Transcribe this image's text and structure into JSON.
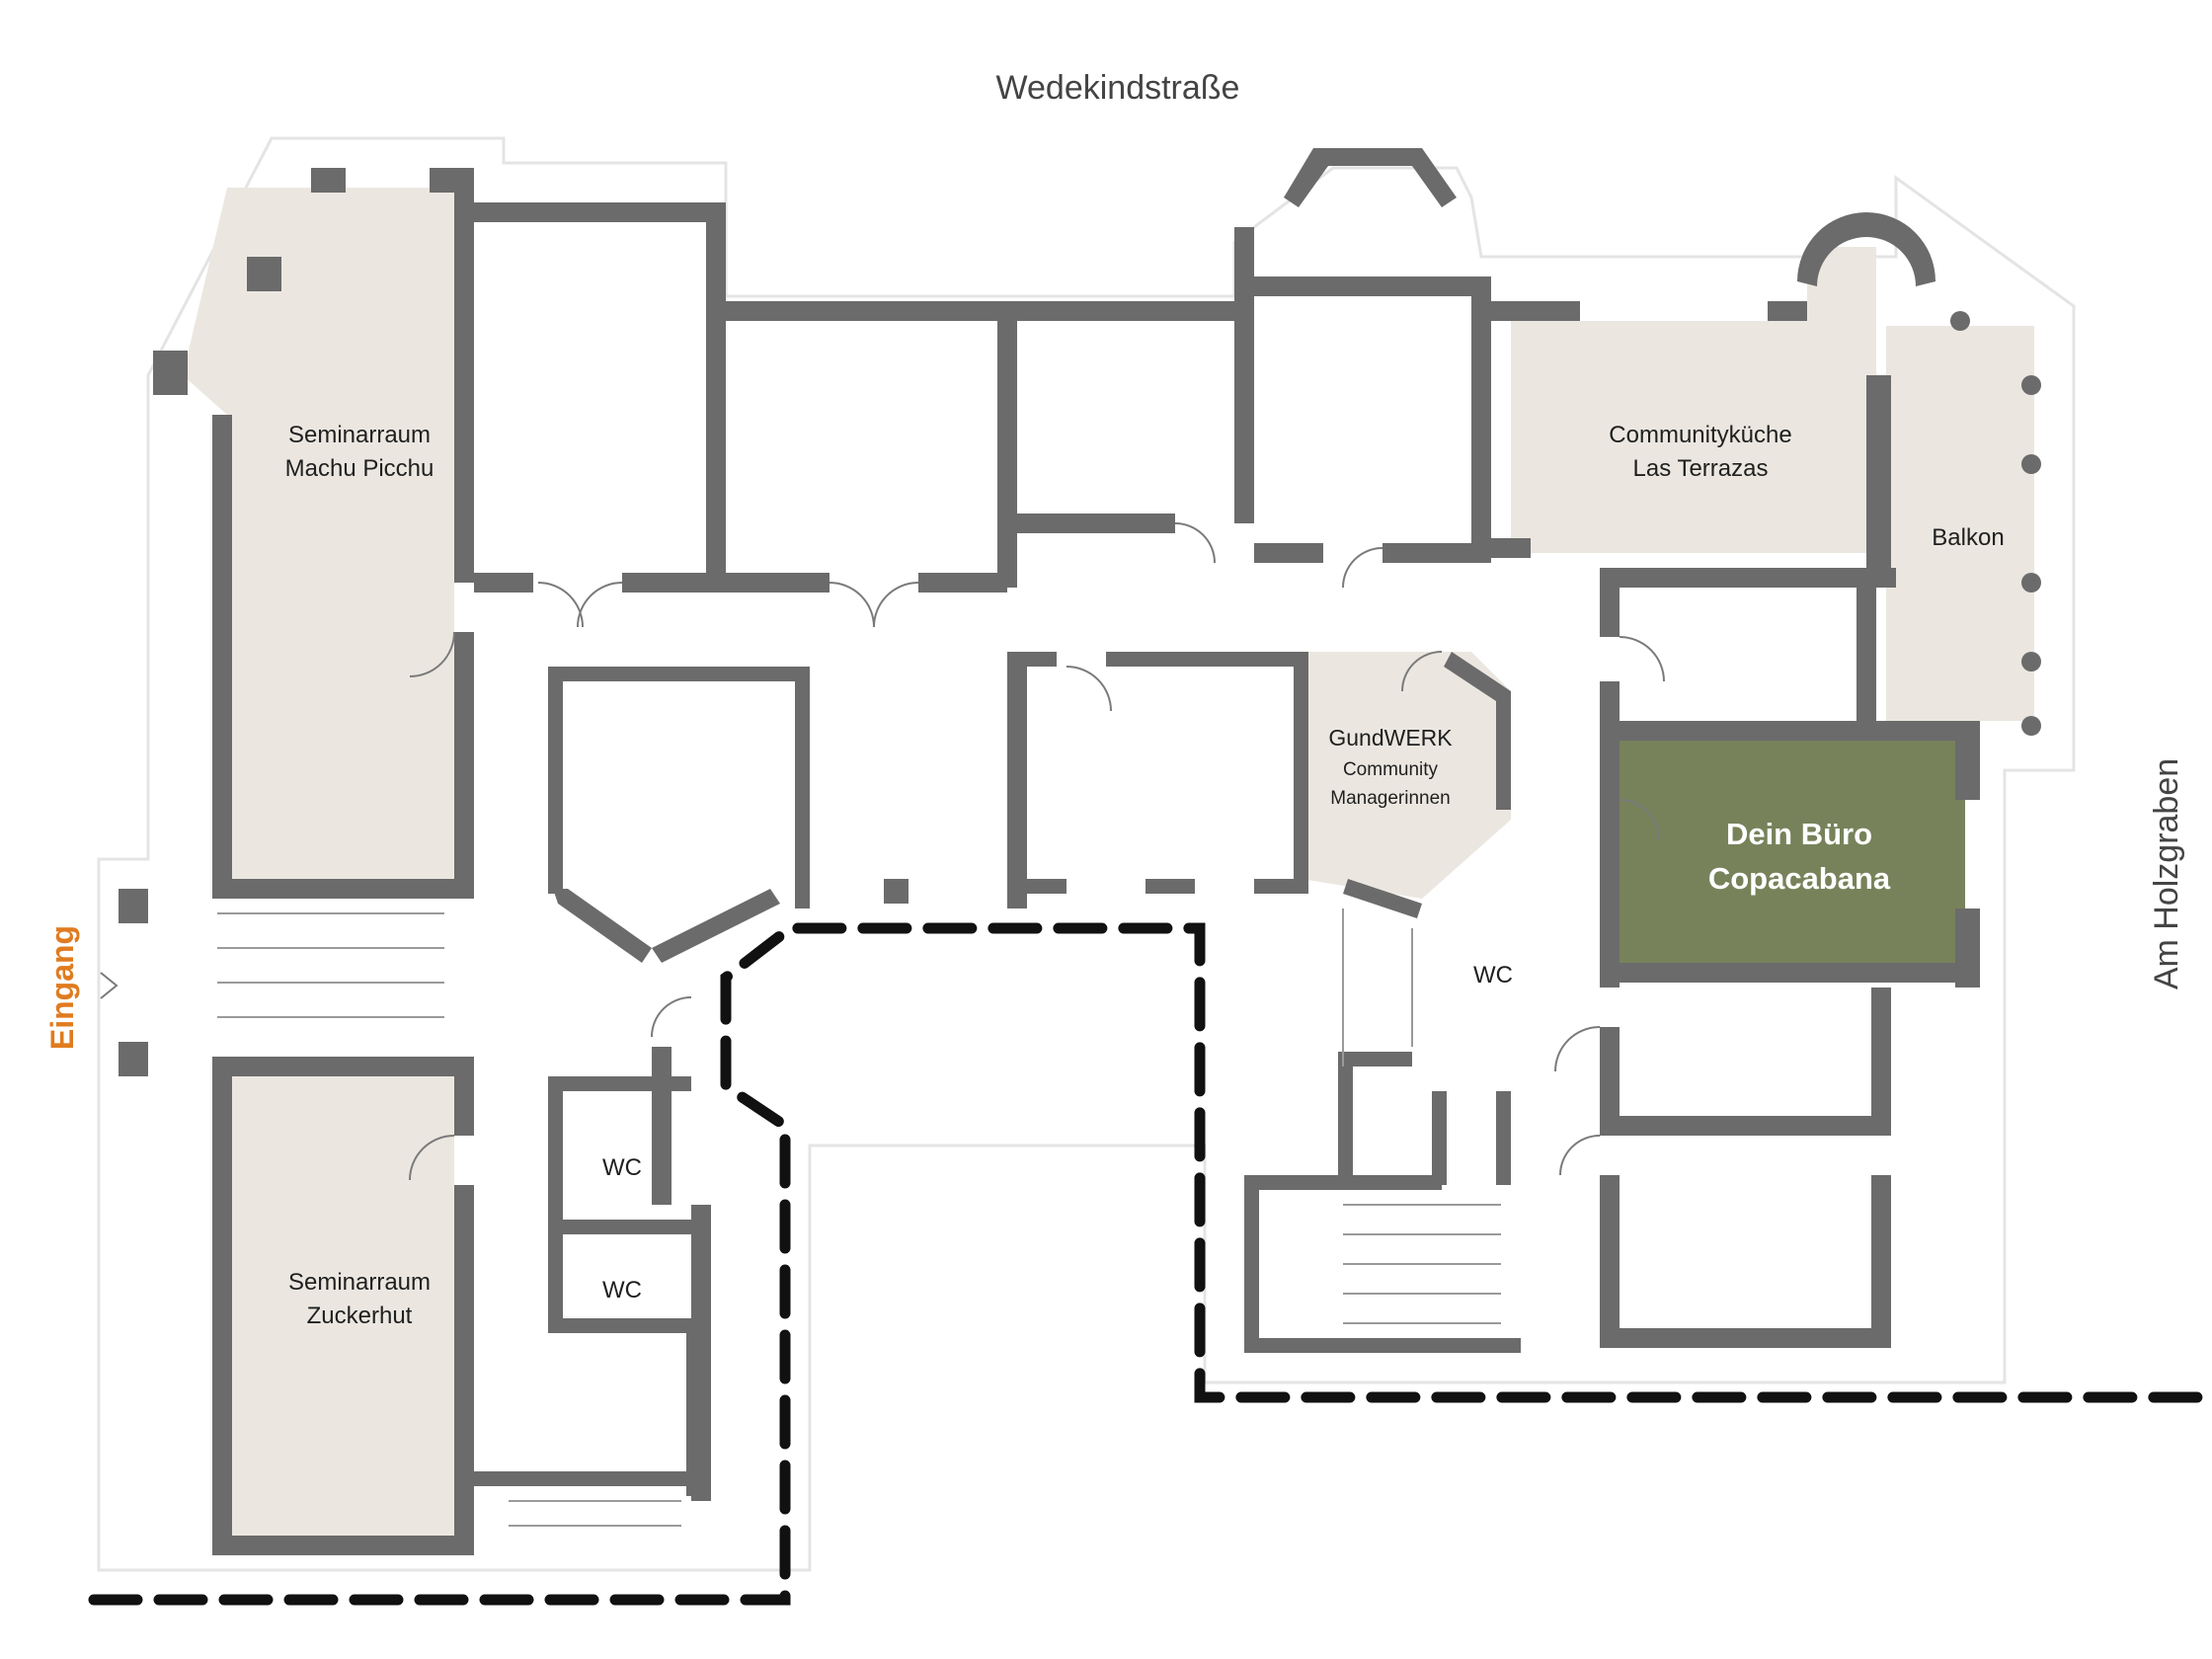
{
  "streets": {
    "north": "Wedekindstraße",
    "east": "Am Holzgraben"
  },
  "entrance": {
    "label": "Eingang",
    "color": "#e07b1f"
  },
  "rooms": {
    "seminar_machu_picchu": {
      "line1": "Seminarraum",
      "line2": "Machu Picchu"
    },
    "seminar_zuckerhut": {
      "line1": "Seminarraum",
      "line2": "Zuckerhut"
    },
    "community_kitchen": {
      "line1": "Communityküche",
      "line2": "Las Terrazas"
    },
    "balcony": {
      "label": "Balkon"
    },
    "gundwerk": {
      "line1": "GundWERK",
      "line2": "Community",
      "line3": "Managerinnen"
    },
    "your_office": {
      "line1": "Dein Büro",
      "line2": "Copacabana"
    },
    "wc_1": {
      "label": "WC"
    },
    "wc_2": {
      "label": "WC"
    },
    "wc_3": {
      "label": "WC"
    }
  },
  "colors": {
    "shared_room_fill": "#ebe7e0",
    "office_fill": "#77825a",
    "wall": "#6b6b6b",
    "boundary": "#111111"
  }
}
